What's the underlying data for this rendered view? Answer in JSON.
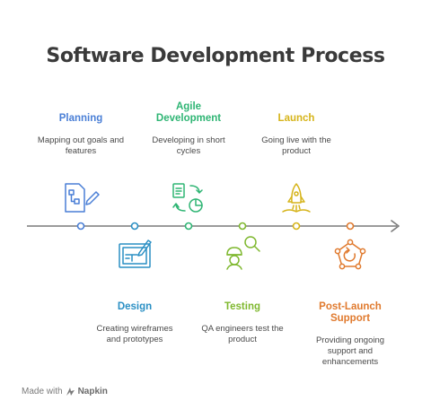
{
  "title": "Software Development Process",
  "colors": {
    "planning": "#4a7fd6",
    "design": "#2a8fc4",
    "agile": "#2fb574",
    "testing": "#7fb82f",
    "launch": "#d6b41a",
    "post_launch": "#e07a2e",
    "axis": "#7a7a7a"
  },
  "stages": [
    {
      "title": "Planning",
      "desc": "Mapping out goals and features",
      "icon": "flowchart-pencil-icon"
    },
    {
      "title": "Design",
      "desc": "Creating wireframes and prototypes",
      "icon": "blueprint-pencil-icon"
    },
    {
      "title": "Agile Development",
      "desc": "Developing in short cycles",
      "icon": "document-chart-cycle-icon"
    },
    {
      "title": "Testing",
      "desc": "QA engineers test the product",
      "icon": "engineer-magnifier-icon"
    },
    {
      "title": "Launch",
      "desc": "Going live with the product",
      "icon": "rocket-icon"
    },
    {
      "title": "Post-Launch Support",
      "desc": "Providing ongoing support and enhancements",
      "icon": "support-cycle-icon"
    }
  ],
  "brand": {
    "prefix": "Made with",
    "name": "Napkin"
  }
}
